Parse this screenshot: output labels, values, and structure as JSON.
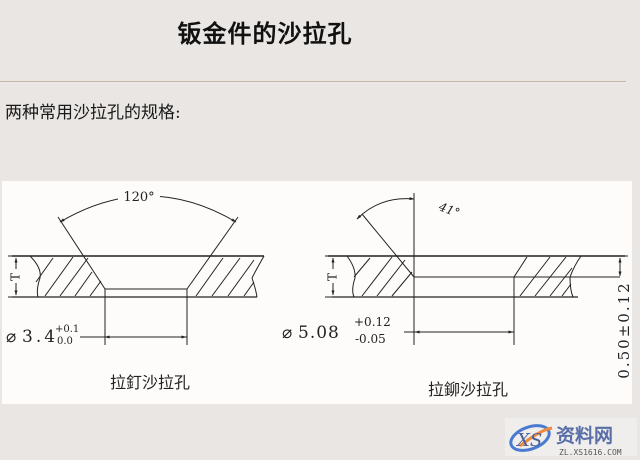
{
  "title": "钣金件的沙拉孔",
  "subtitle": "两种常用沙拉孔的规格:",
  "figures": [
    {
      "caption": "拉釘沙拉孔",
      "angle_label": "120°",
      "thickness_label": "T",
      "diameter_symbol": "⌀",
      "diameter_value": "3.4",
      "tol_upper": "+0.1",
      "tol_lower": "0.0"
    },
    {
      "caption": "拉鉚沙拉孔",
      "angle_label": "41°",
      "thickness_label": "T",
      "diameter_symbol": "⌀",
      "diameter_value": "5.08",
      "tol_upper": "+0.12",
      "tol_lower": "-0.05",
      "depth_label": "0.50±0.12"
    }
  ],
  "watermark": {
    "logo": "XS",
    "text": "资料网",
    "url_text": "ZL.XS1616.COM"
  },
  "colors": {
    "background": "#e9e6e3",
    "panel": "#fdfcfb",
    "rule": "#c9b6a6",
    "line": "#222222"
  }
}
